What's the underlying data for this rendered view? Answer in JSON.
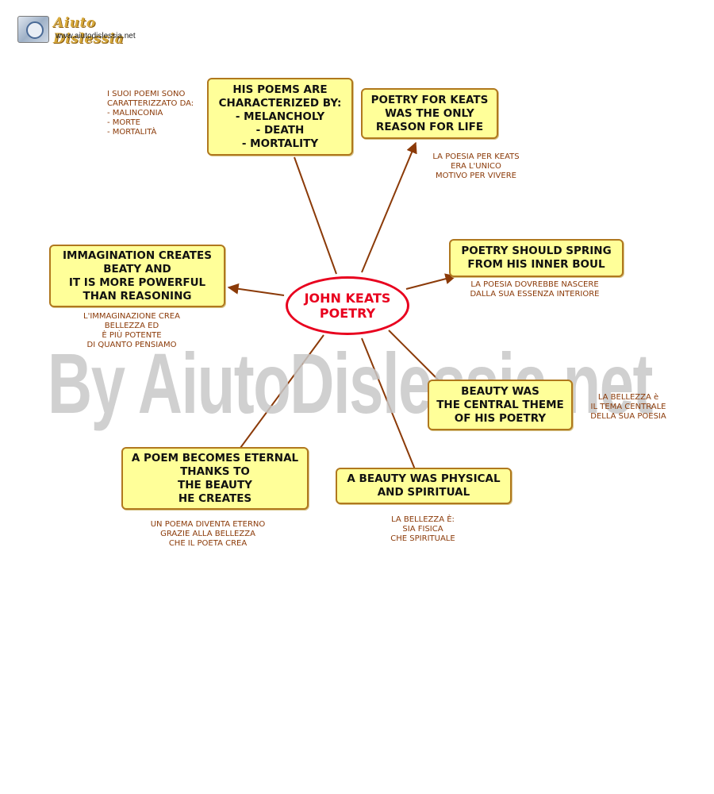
{
  "header": {
    "logo_title": "Aiuto Dislessia",
    "logo_url": "www.aiutodislessia.net"
  },
  "watermark": "By AiutoDislessia.net",
  "colors": {
    "box_fill": "#ffff99",
    "box_border": "#b0781e",
    "center_border": "#e8001e",
    "connector": "#8b3a08",
    "note_text": "#8b3a08"
  },
  "center": {
    "label": "JOHN KEATS\nPOETRY"
  },
  "nodes": [
    {
      "id": "characterized",
      "label": "HIS POEMS ARE\nCHARACTERIZED BY:\n- MELANCHOLY\n- DEATH\n- MORTALITY",
      "note": "I SUOI POEMI SONO\nCARATTERIZZATO DA:\n- MALINCONIA\n- MORTE\n- MORTALITÀ"
    },
    {
      "id": "only-reason",
      "label": "POETRY FOR KEATS\nWAS THE ONLY\nREASON FOR LIFE",
      "note": "LA POESIA PER KEATS\nERA L'UNICO\nMOTIVO PER VIVERE"
    },
    {
      "id": "inner-soul",
      "label": "POETRY SHOULD SPRING\nFROM HIS INNER BOUL",
      "note": "LA POESIA DOVREBBE NASCERE\nDALLA SUA ESSENZA INTERIORE"
    },
    {
      "id": "imagination",
      "label": "IMMAGINATION CREATES\nBEATY AND\nIT IS MORE POWERFUL\nTHAN REASONING",
      "note": "L'IMMAGINAZIONE CREA\nBELLEZZA ED\nÈ PIÙ POTENTE\nDI QUANTO PENSIAMO"
    },
    {
      "id": "central-theme",
      "label": "BEAUTY WAS\nTHE CENTRAL THEME\nOF HIS POETRY",
      "note": "LA BELLEZZA è\nIL TEMA CENTRALE\nDELLA SUA POESIA"
    },
    {
      "id": "eternal",
      "label": "A POEM BECOMES ETERNAL\nTHANKS TO\nTHE BEAUTY\nHE CREATES",
      "note": "UN POEMA DIVENTA ETERNO\nGRAZIE ALLA BELLEZZA\nCHE IL POETA CREA"
    },
    {
      "id": "physical-spiritual",
      "label": "A BEAUTY WAS PHYSICAL\nAND SPIRITUAL",
      "note": "LA BELLEZZA È:\nSIA FISICA\nCHE SPIRITUALE"
    }
  ]
}
